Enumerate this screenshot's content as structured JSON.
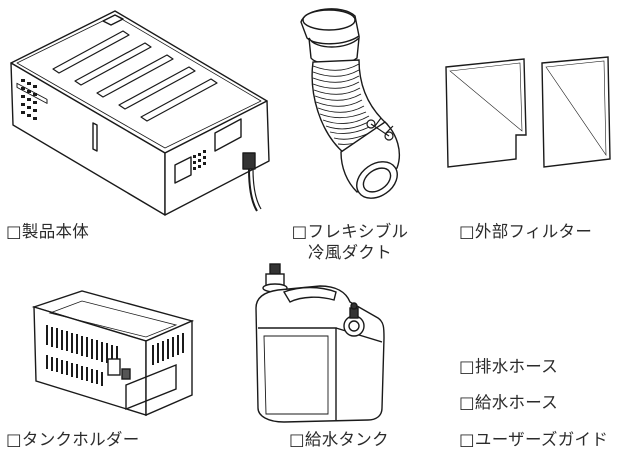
{
  "checklist": {
    "items": [
      {
        "id": "main-unit",
        "label": "□製品本体",
        "icon": "main-unit-icon"
      },
      {
        "id": "duct",
        "label_lines": [
          "□フレキシブル",
          "冷風ダクト"
        ],
        "icon": "flexible-duct-icon"
      },
      {
        "id": "filter",
        "label": "□外部フィルター",
        "icon": "filter-icon"
      },
      {
        "id": "tank-holder",
        "label": "□タンクホルダー",
        "icon": "tank-holder-icon"
      },
      {
        "id": "water-tank",
        "label": "□給水タンク",
        "icon": "water-tank-icon"
      },
      {
        "id": "drain-hose",
        "label": "□排水ホース"
      },
      {
        "id": "supply-hose",
        "label": "□給水ホース"
      },
      {
        "id": "guide",
        "label": "□ユーザーズガイド"
      }
    ]
  }
}
